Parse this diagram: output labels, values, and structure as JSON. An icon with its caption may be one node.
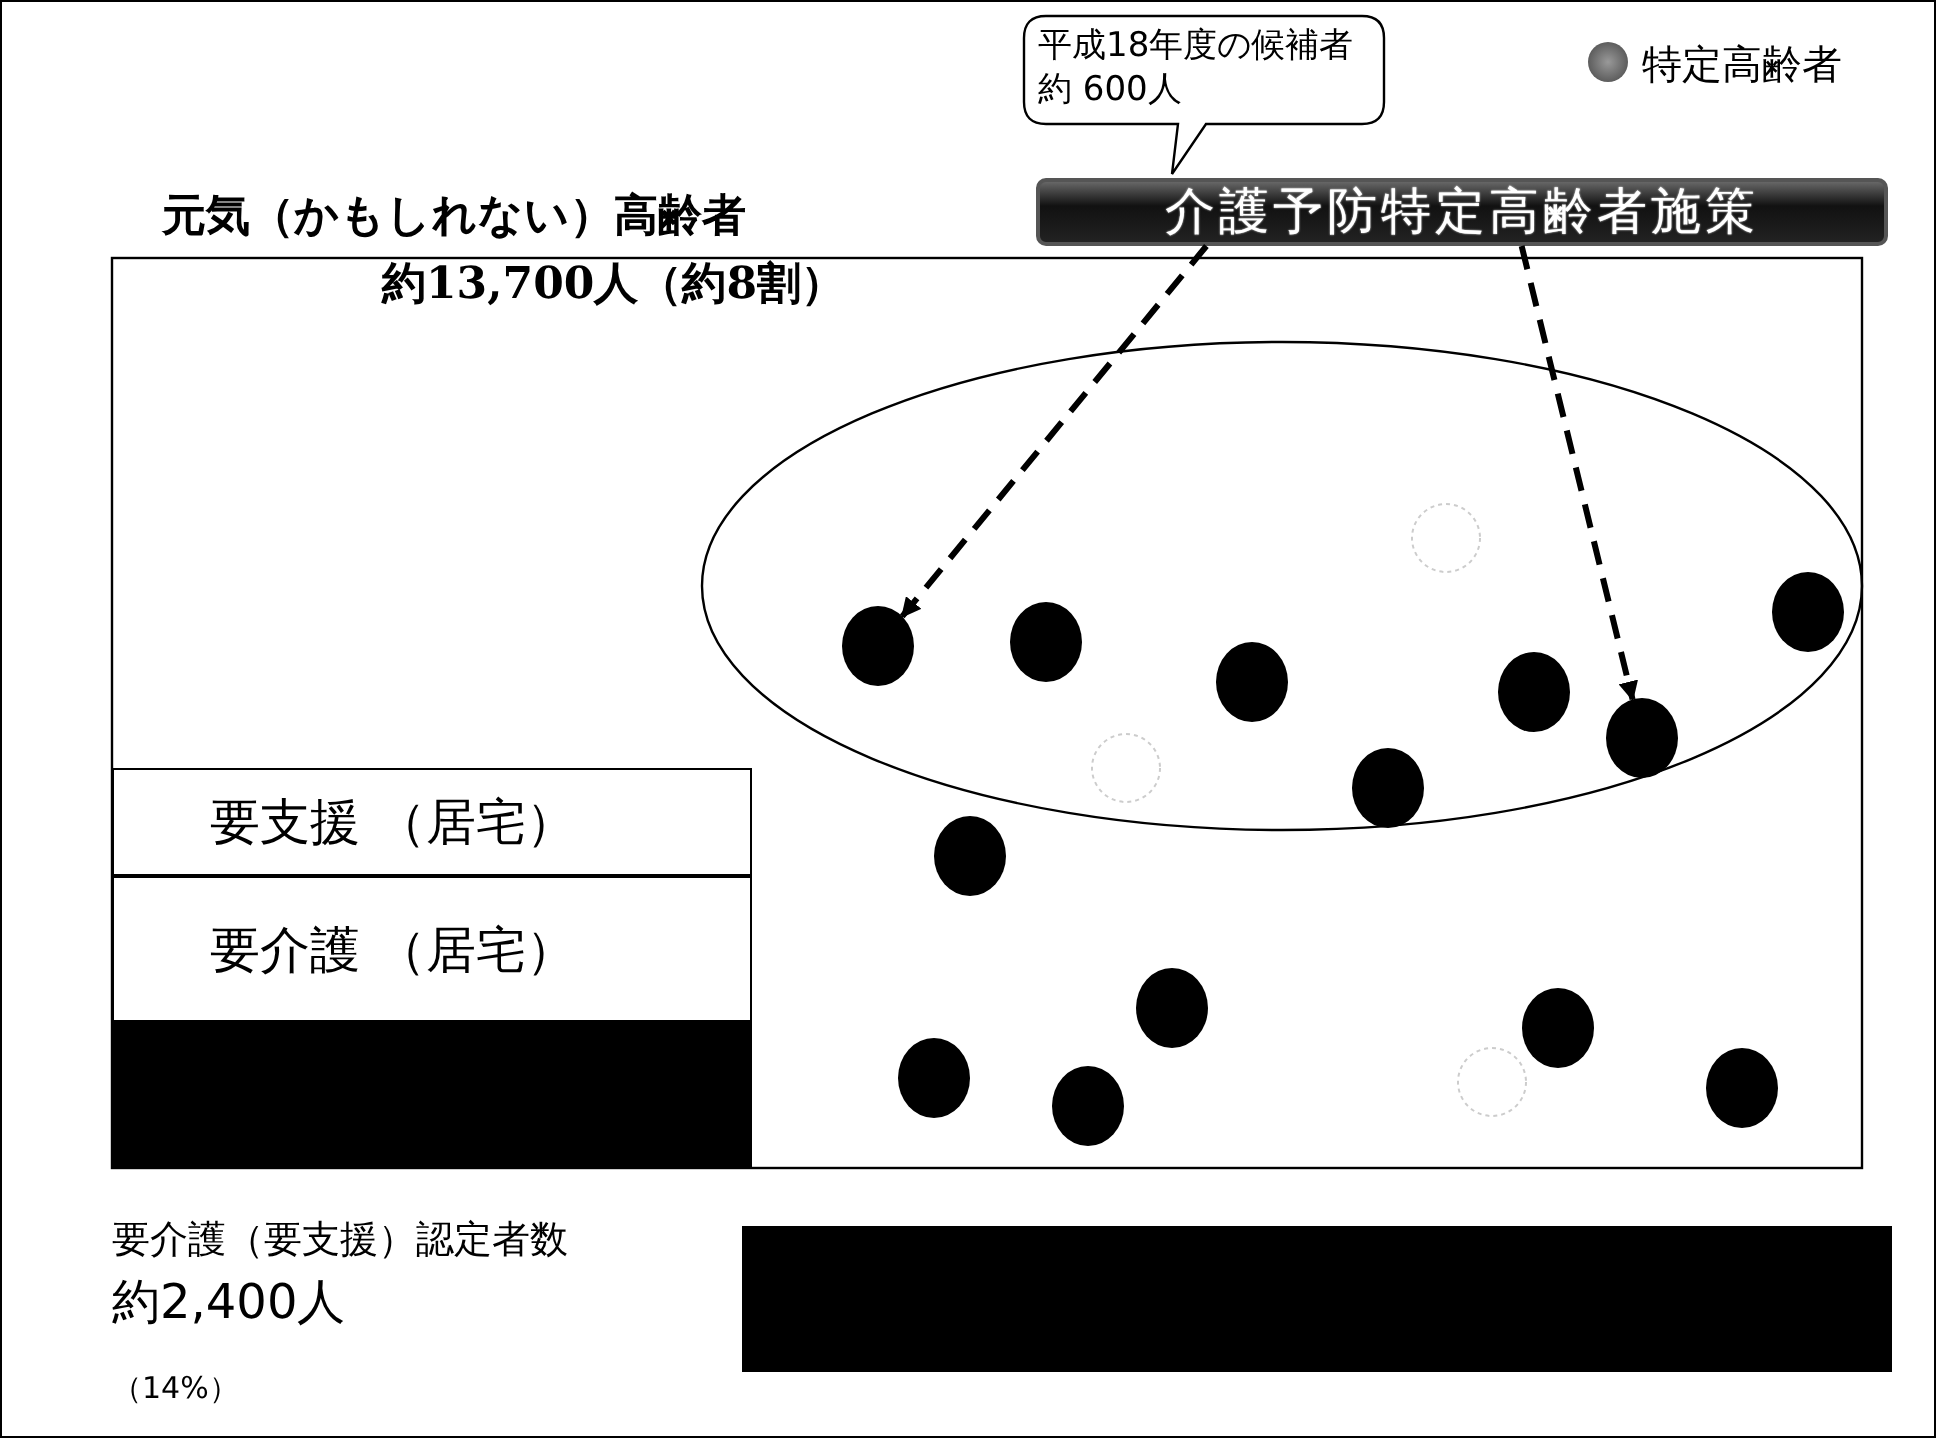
{
  "diagram": {
    "nodes": [
      {
        "text": [
          "平成18年度の候補者約 600人"
        ]
      },
      {
        "text": [
          "介護予防特定高齢者施策"
        ]
      },
      {
        "text": [],
        "shape": "circle"
      },
      {
        "text": [],
        "shape": "circle"
      },
      {
        "text": [
          "要支援 （居宅）"
        ]
      },
      {
        "text": [
          "要介護 （居宅）"
        ]
      },
      {
        "text": [],
        "shape": "box"
      },
      {
        "text": [],
        "shape": "box"
      }
    ],
    "edges": [
      {
        "from": 1,
        "to": 2,
        "arrow": "to",
        "style": "dashed"
      },
      {
        "from": 1,
        "to": 3,
        "arrow": "to",
        "style": "dashed"
      }
    ],
    "labels": [
      "元気（かもしれない）高齢者",
      "約13,700人（約8割）",
      "要介護（要支援）認定者数",
      "約2,400人",
      "（14%）"
    ],
    "legend": [
      {
        "text": "特定高齢者"
      }
    ]
  }
}
